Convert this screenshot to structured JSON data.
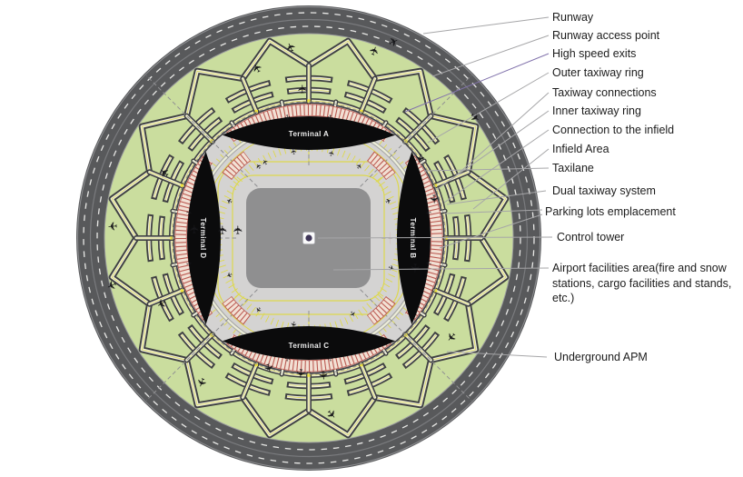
{
  "legend": {
    "items": [
      {
        "label": "Runway"
      },
      {
        "label": "Runway access point"
      },
      {
        "label": "High speed exits"
      },
      {
        "label": "Outer taxiway ring"
      },
      {
        "label": "Taxiway connections"
      },
      {
        "label": "Inner taxiway ring"
      },
      {
        "label": "Connection to the infield"
      },
      {
        "label": "Infield Area"
      },
      {
        "label": "Taxilane"
      },
      {
        "label": "Dual taxiway system"
      },
      {
        "label": "Parking lots emplacement"
      },
      {
        "label": "Control tower"
      },
      {
        "label": "Airport facilities area(fire and snow stations, cargo facilities and stands, etc.)"
      },
      {
        "label": "Underground APM"
      }
    ]
  },
  "diagram": {
    "terminals": [
      {
        "name": "Terminal A"
      },
      {
        "name": "Terminal B"
      },
      {
        "name": "Terminal C"
      },
      {
        "name": "Terminal D"
      }
    ],
    "plane_icon": "✈",
    "colors": {
      "runway": "#58595b",
      "runway_marking": "#e8e8e6",
      "infield": "#cadd9e",
      "apron": "#d4d3d2",
      "taxiway_border": "#3f4042",
      "taxiway_fill": "#ecedd9",
      "centerline_yellow": "#ddd84e",
      "junction_yellow": "#f0e43e",
      "stand_red": "#bb5a52",
      "stand_fill": "#f2e0d4",
      "terminal_black": "#0b0b0c",
      "facility_gray": "#8f8f90",
      "tower_purple": "#3f3658",
      "leader_gray": "#a6a6a8",
      "leader_purple": "#8273ac"
    }
  }
}
